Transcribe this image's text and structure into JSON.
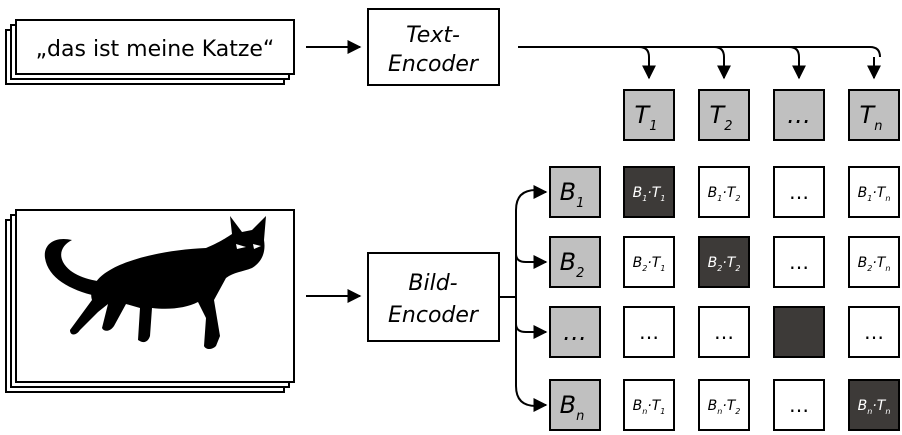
{
  "text_input": {
    "caption": "„das ist meine Katze“"
  },
  "text_encoder": {
    "line1": "Text-",
    "line2": "Encoder"
  },
  "image_encoder": {
    "line1": "Bild-",
    "line2": "Encoder"
  },
  "image_input": {
    "depicts": "cat-silhouette"
  },
  "text_embeddings": [
    {
      "base": "T",
      "sub": "1"
    },
    {
      "base": "T",
      "sub": "2"
    },
    {
      "base": "…",
      "sub": ""
    },
    {
      "base": "T",
      "sub": "n"
    }
  ],
  "image_embeddings": [
    {
      "base": "B",
      "sub": "1"
    },
    {
      "base": "B",
      "sub": "2"
    },
    {
      "base": "…",
      "sub": ""
    },
    {
      "base": "B",
      "sub": "n"
    }
  ],
  "matrix": [
    [
      {
        "kind": "product",
        "b": "1",
        "t": "1",
        "highlight": true
      },
      {
        "kind": "product",
        "b": "1",
        "t": "2",
        "highlight": false
      },
      {
        "kind": "ellipsis",
        "label": "…",
        "highlight": false
      },
      {
        "kind": "product",
        "b": "1",
        "t": "n",
        "highlight": false
      }
    ],
    [
      {
        "kind": "product",
        "b": "2",
        "t": "1",
        "highlight": false
      },
      {
        "kind": "product",
        "b": "2",
        "t": "2",
        "highlight": true
      },
      {
        "kind": "ellipsis",
        "label": "…",
        "highlight": false
      },
      {
        "kind": "product",
        "b": "2",
        "t": "n",
        "highlight": false
      }
    ],
    [
      {
        "kind": "ellipsis",
        "label": "…",
        "highlight": false
      },
      {
        "kind": "ellipsis",
        "label": "…",
        "highlight": false
      },
      {
        "kind": "blank",
        "label": "",
        "highlight": true
      },
      {
        "kind": "ellipsis",
        "label": "…",
        "highlight": false
      }
    ],
    [
      {
        "kind": "product",
        "b": "n",
        "t": "1",
        "highlight": false
      },
      {
        "kind": "product",
        "b": "n",
        "t": "2",
        "highlight": false
      },
      {
        "kind": "ellipsis",
        "label": "…",
        "highlight": false
      },
      {
        "kind": "product",
        "b": "n",
        "t": "n",
        "highlight": true
      }
    ]
  ],
  "colors": {
    "embedding_fill": "#c0c0c0",
    "highlight_fill": "#3d3a38",
    "cell_fill": "#ffffff",
    "stroke": "#000000",
    "highlight_text": "#ffffff",
    "text": "#000000"
  }
}
